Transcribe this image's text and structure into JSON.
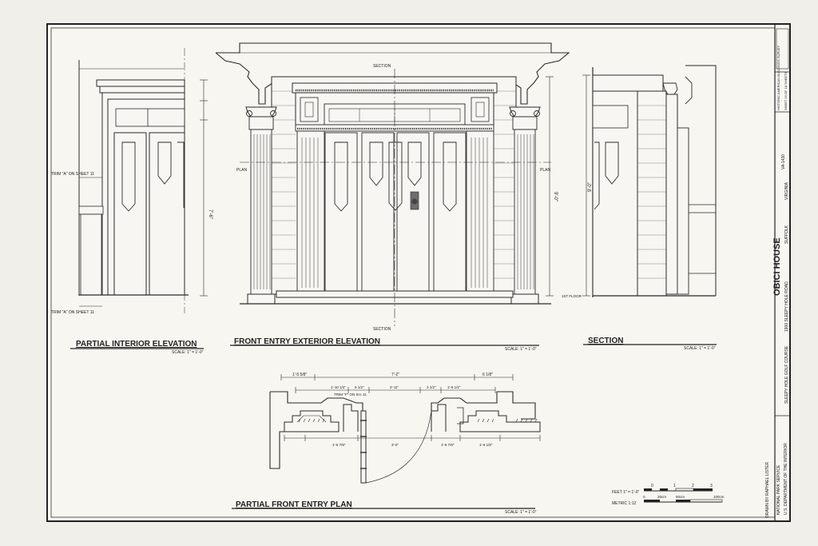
{
  "views": {
    "interior": {
      "title": "PARTIAL INTERIOR ELEVATION",
      "scale": "SCALE: 1\" = 1'-0\"",
      "trim_top": "TRIM \"A\" ON SHEET 11",
      "trim_bottom": "TRIM \"A\" ON SHEET 11",
      "height_dim": "7'-6\""
    },
    "front": {
      "title": "FRONT ENTRY EXTERIOR ELEVATION",
      "scale": "SCALE: 1\" = 1'-0\"",
      "section_label": "SECTION",
      "plan_label": "PLAN",
      "first_floor": "1ST FLOOR",
      "height_dim": "9'-0\""
    },
    "section": {
      "title": "SECTION",
      "scale": "SCALE: 1\" = 1'-0\"",
      "height_dim": "9'-0\""
    },
    "plan": {
      "title": "PARTIAL FRONT ENTRY PLAN",
      "scale": "SCALE: 1\" = 1'-0\"",
      "trim_note": "TRIM \"F\" ON SH. 11",
      "dims_top": [
        "1'-5 5/8\"",
        "7'-2\"",
        "6 1/8\""
      ],
      "dims_mid": [
        "1'-10 1/2\"",
        "5 1/2\"",
        "2'-11\"",
        "3 1/2\"",
        "1'-5 1/2\""
      ],
      "dims_bottom": [
        "1'-6 7/8\"",
        "3'-0\"",
        "1'-6 7/8\"",
        "1'-6 1/8\""
      ]
    }
  },
  "scale_bar": {
    "feet_label": "FEET 1\" = 1'-0\"",
    "feet_ticks": [
      "0",
      "1",
      "2",
      "3"
    ],
    "metric_label": "METRIC 1:12",
    "metric_ticks": [
      "0",
      "25cm",
      "50cm",
      "100cm"
    ]
  },
  "title_block": {
    "agency_1": "NATIONAL PARK SERVICE",
    "agency_2": "U.S. DEPARTMENT OF THE INTERIOR",
    "drawn_by": "DRAWN BY RAPHAEL LISTER",
    "project": "OBICI HOUSE",
    "address_1": "SLEEPY HOLE GOLF COURSE",
    "address_2": "1900 SLEEPY HOLE ROAD",
    "city": "SUFFOLK",
    "state": "VIRGINIA",
    "survey": "HISTORIC AMERICAN BUILDINGS SURVEY",
    "sheet": "SHEET 16 OF 18 SHEETS",
    "survey_no": "VA-1430"
  }
}
